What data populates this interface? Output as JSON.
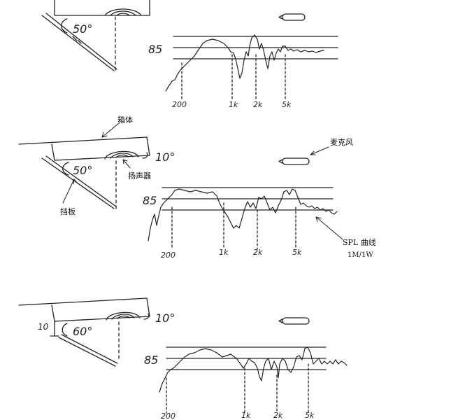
{
  "panels": [
    {
      "id": "panel-1",
      "angle_label": "50°",
      "tilt_label": "",
      "height_label": "",
      "level_label": "85",
      "x_ticks": [
        "200",
        "1k",
        "2k",
        "5k"
      ]
    },
    {
      "id": "panel-2",
      "angle_label": "50°",
      "tilt_label": "10°",
      "height_label": "",
      "level_label": "85",
      "x_ticks": [
        "200",
        "1k",
        "2k",
        "5k"
      ]
    },
    {
      "id": "panel-3",
      "angle_label": "60°",
      "tilt_label": "10°",
      "height_label": "10",
      "level_label": "85",
      "x_ticks": [
        "200",
        "1k",
        "2k",
        "5k"
      ]
    }
  ],
  "annotations": {
    "enclosure": "箱体",
    "speaker": "扬声器",
    "baffle": "挡板",
    "microphone": "麦克风",
    "spl_curve_line1": "SPL 曲线",
    "spl_curve_line2": "1M/1W"
  }
}
